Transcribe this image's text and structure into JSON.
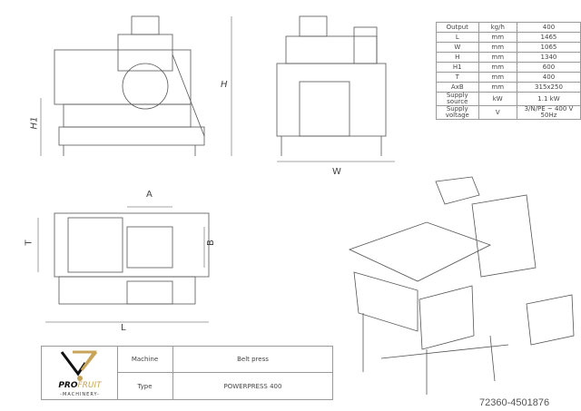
{
  "specs": [
    {
      "param": "Output",
      "unit": "kg/h",
      "value": "400"
    },
    {
      "param": "L",
      "unit": "mm",
      "value": "1465"
    },
    {
      "param": "W",
      "unit": "mm",
      "value": "1065"
    },
    {
      "param": "H",
      "unit": "mm",
      "value": "1340"
    },
    {
      "param": "H1",
      "unit": "mm",
      "value": "600"
    },
    {
      "param": "T",
      "unit": "mm",
      "value": "400"
    },
    {
      "param": "AxB",
      "unit": "mm",
      "value": "315x250"
    },
    {
      "param": "Supply source",
      "unit": "kW",
      "value": "1.1 kW"
    },
    {
      "param": "Supply voltage",
      "unit": "V",
      "value": "3/N/PE ~ 400 V 50Hz"
    }
  ],
  "dimensions": {
    "H1": "H1",
    "H": "H",
    "W": "W",
    "A": "A",
    "B": "B",
    "T": "T",
    "L": "L"
  },
  "title_block": {
    "logo": {
      "brand_a": "PRO",
      "brand_b": "FRUIT",
      "sub": "-MACHINERY-"
    },
    "machine_label": "Machine",
    "machine_value": "Belt press",
    "type_label": "Type",
    "type_value": "POWERPRESS 400"
  },
  "watermark": "72360-4501876"
}
